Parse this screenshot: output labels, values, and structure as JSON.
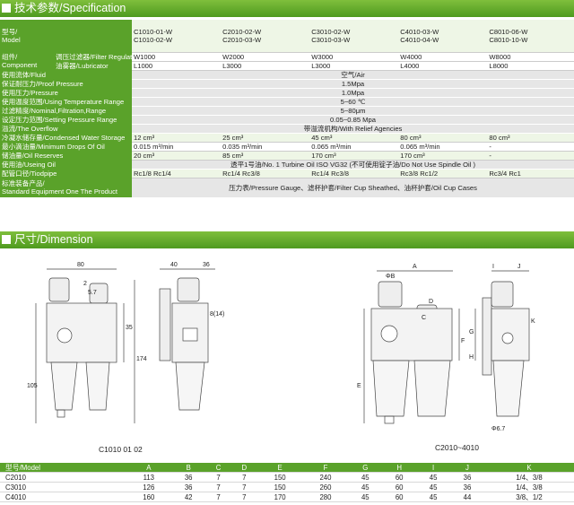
{
  "spec_title": "技术参数/Specification",
  "dim_title": "尺寸/Dimension",
  "spec": {
    "model_label": "型号/\nModel",
    "models": [
      {
        "a": "C1010-01-W",
        "b": "C1010-02-W"
      },
      {
        "a": "C2010-02-W",
        "b": "C2010-03-W"
      },
      {
        "a": "C3010-02-W",
        "b": "C3010-03-W"
      },
      {
        "a": "C4010-03-W",
        "b": "C4010-04-W"
      },
      {
        "a": "C8010-06-W",
        "b": "C8010-10-W"
      }
    ],
    "component_label": "组件/\nComponent",
    "filter_label": "调压过滤器/Filter Regulator",
    "lub_label": "油雾器/Lubricator",
    "filter": [
      "W1000",
      "W2000",
      "W3000",
      "W4000",
      "W8000"
    ],
    "lub": [
      "L1000",
      "L3000",
      "L3000",
      "L4000",
      "L8000"
    ],
    "fluid": {
      "label": "使用流体/Fluid",
      "value": "空气/Air"
    },
    "proof": {
      "label": "保证耐压力/Proof Pressure",
      "value": "1.5Mpa"
    },
    "pressure": {
      "label": "使用压力/Pressure",
      "value": "1.0Mpa"
    },
    "temp": {
      "label": "使用温度范围/Using Temperature Range",
      "value": "5~60 ℃"
    },
    "filtration": {
      "label": "过滤精度/Nominal,Filtration,Range",
      "value": "5~80μm"
    },
    "setting": {
      "label": "设定压力范围/Setting Pressure Range",
      "value": "0.05~0.85 Mpa"
    },
    "overflow": {
      "label": "溢流/The Overflow",
      "value": "带溢流机构/With Relief Agencies"
    },
    "water": {
      "label": "冷凝水储存量/Condensed Water Storage",
      "vals": [
        "12 cm³",
        "25 cm³",
        "45 cm³",
        "80 cm³",
        "80 cm³"
      ]
    },
    "drops": {
      "label": "最小滴油量/Minimum Drops Of Oil",
      "vals": [
        "0.015 m³/min",
        "0.035 m³/min",
        "0.065 m³/min",
        "0.065 m³/min",
        "-"
      ]
    },
    "reserve": {
      "label": "储油量/Oil Reserves",
      "vals": [
        "20 cm³",
        "85 cm³",
        "170 cm³",
        "170 cm³",
        "-"
      ]
    },
    "useoil": {
      "label": "使用油/Useing Oil",
      "value": "透平1号油/No. 1 Turbine Oil ISO VG32 (不可使用锭子油/Do Not Use Spindle Oil )"
    },
    "tiod": {
      "label": "配管口径/Tiodpipe",
      "vals": [
        "Rc1/8   Rc1/4",
        "Rc1/4   Rc3/8",
        "Rc1/4   Rc3/8",
        "Rc3/8   Rc1/2",
        "Rc3/4   Rc1"
      ]
    },
    "std": {
      "label1": "标准装备产品/",
      "label2": "Standard Equipment One The Product",
      "value": "压力表/Pressure Gauge、滤杯护套/Filter Cup Sheathed、油杯护套/Oil Cup Cases"
    }
  },
  "drawing": {
    "d1_caption": "C1010 01 02",
    "d2_caption": "C2010~4010",
    "d1_dims": {
      "w": "80",
      "mid": "5.7",
      "h35": "35",
      "h105": "105",
      "h174": "174",
      "top": "2"
    },
    "d2_dims": {
      "w": "40",
      "w2": "36",
      "h": "8(14)"
    },
    "d3_dims": {
      "b": "ΦB",
      "a": "A",
      "c": "C",
      "d": "D",
      "e": "E",
      "f": "F",
      "g": "G",
      "h": "H",
      "i": "I",
      "j": "J",
      "k": "K",
      "hole": "Φ6.7"
    }
  },
  "dim_table": {
    "headers": [
      "型号/Model",
      "A",
      "B",
      "C",
      "D",
      "E",
      "F",
      "G",
      "H",
      "I",
      "J",
      "K"
    ],
    "rows": [
      [
        "C2010",
        "113",
        "36",
        "7",
        "7",
        "150",
        "240",
        "45",
        "60",
        "45",
        "36",
        "1/4、3/8"
      ],
      [
        "C3010",
        "126",
        "36",
        "7",
        "7",
        "150",
        "260",
        "45",
        "60",
        "45",
        "36",
        "1/4、3/8"
      ],
      [
        "C4010",
        "160",
        "42",
        "7",
        "7",
        "170",
        "280",
        "45",
        "60",
        "45",
        "44",
        "3/8、1/2"
      ]
    ]
  }
}
